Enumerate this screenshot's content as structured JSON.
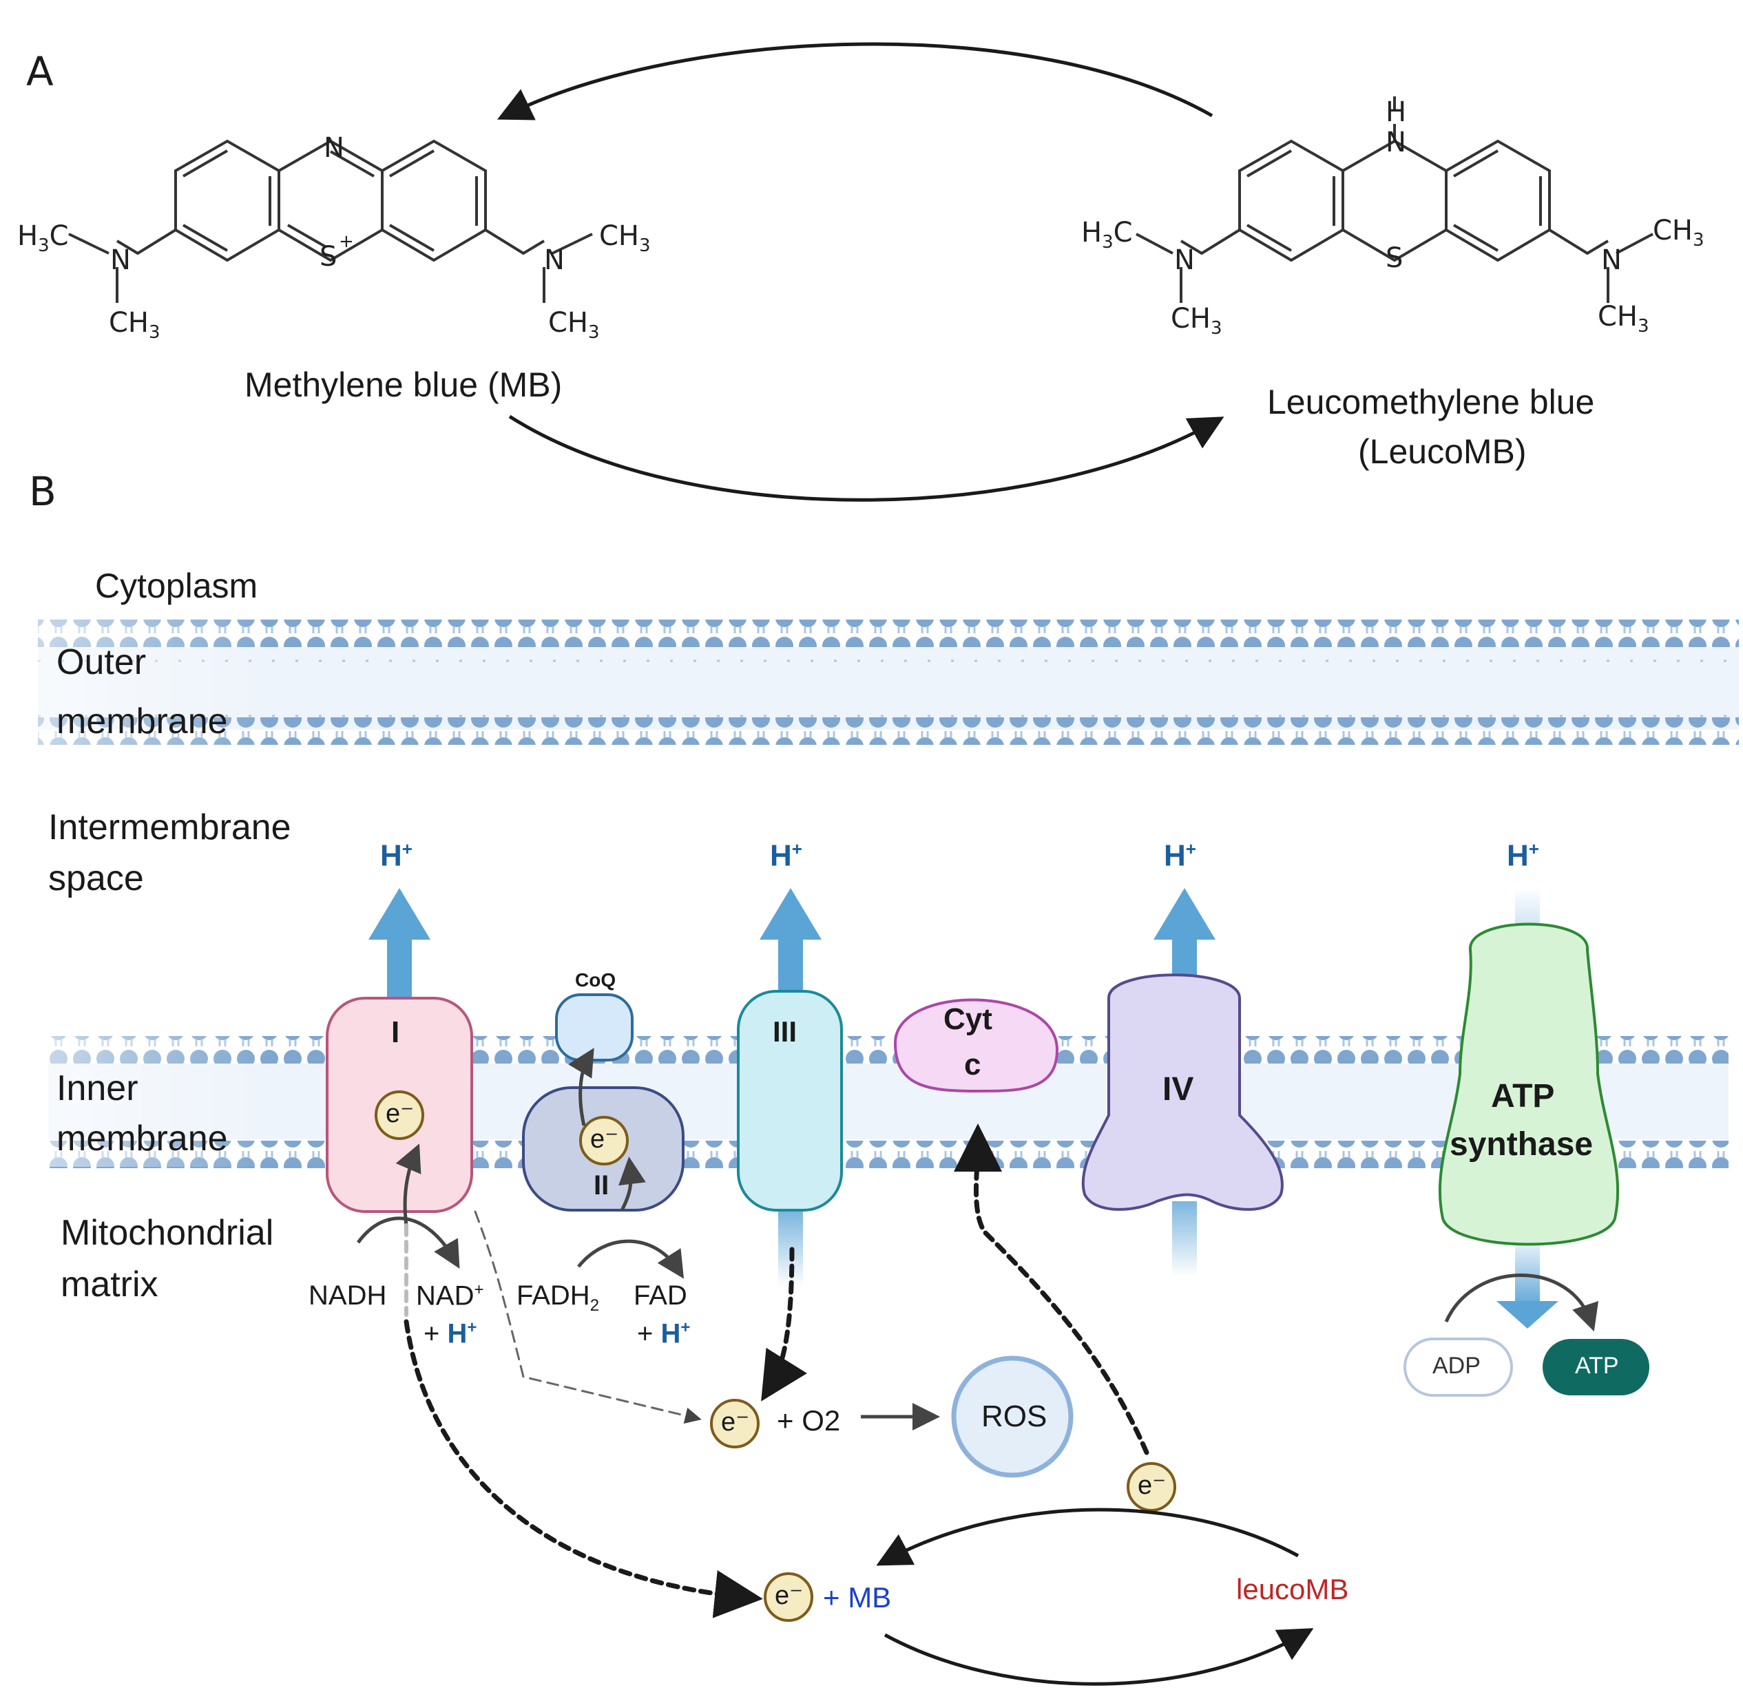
{
  "panel_a": {
    "label": "A",
    "mb_name": "Methylene blue (MB)",
    "leucomb_name_line1": "Leucomethylene blue",
    "leucomb_name_line2": "(LeucoMB)",
    "atoms": {
      "n": "N",
      "s_plus": "S",
      "plus": "+",
      "s": "S",
      "h": "H",
      "nme": "N"
    }
  },
  "panel_b": {
    "label": "B",
    "regions": {
      "cytoplasm": "Cytoplasm",
      "outer_membrane_1": "Outer",
      "outer_membrane_2": "membrane",
      "intermembrane_1": "Intermembrane",
      "intermembrane_2": "space",
      "inner_membrane_1": "Inner",
      "inner_membrane_2": "membrane",
      "matrix_1": "Mitochondrial",
      "matrix_2": "matrix"
    },
    "complexes": {
      "complex_1": "I",
      "complex_2": "II",
      "complex_3": "III",
      "cyt_c_1": "Cyt",
      "cyt_c_2": "c",
      "complex_4": "IV",
      "atp_synthase_1": "ATP",
      "atp_synthase_2": "synthase",
      "coq": "CoQ"
    },
    "electron": "e⁻",
    "substrates": {
      "nadh": "NADH",
      "nad": "NAD",
      "fadh2": "FADH",
      "fad": "FAD",
      "plus": "+",
      "h": "H",
      "o2": "+ O2",
      "ros": "ROS",
      "mb": "+ MB",
      "leucomb": "leucoMB",
      "adp": "ADP",
      "atp": "ATP"
    },
    "colors": {
      "proton": "#1b5e9c",
      "arrow_blue": "#5ba4d6",
      "complex_1_fill": "#f9dce4",
      "complex_1_stroke": "#b9557a",
      "complex_2_fill": "#c8d0e6",
      "complex_2_stroke": "#3a4c83",
      "complex_3_fill": "#cdeef4",
      "complex_3_stroke": "#1b8a9a",
      "cyt_c_fill": "#f6d9f5",
      "cyt_c_stroke": "#a948a8",
      "complex_4_fill": "#dcd7f3",
      "complex_4_stroke": "#544a8c",
      "atp_synthase_fill": "#d7f3d6",
      "atp_synthase_stroke": "#2c8a33",
      "mb_text": "#1b3fcc",
      "leucomb_text": "#c02424",
      "atp_fill": "#0f6b62",
      "membrane": "#7fa6cf"
    }
  }
}
